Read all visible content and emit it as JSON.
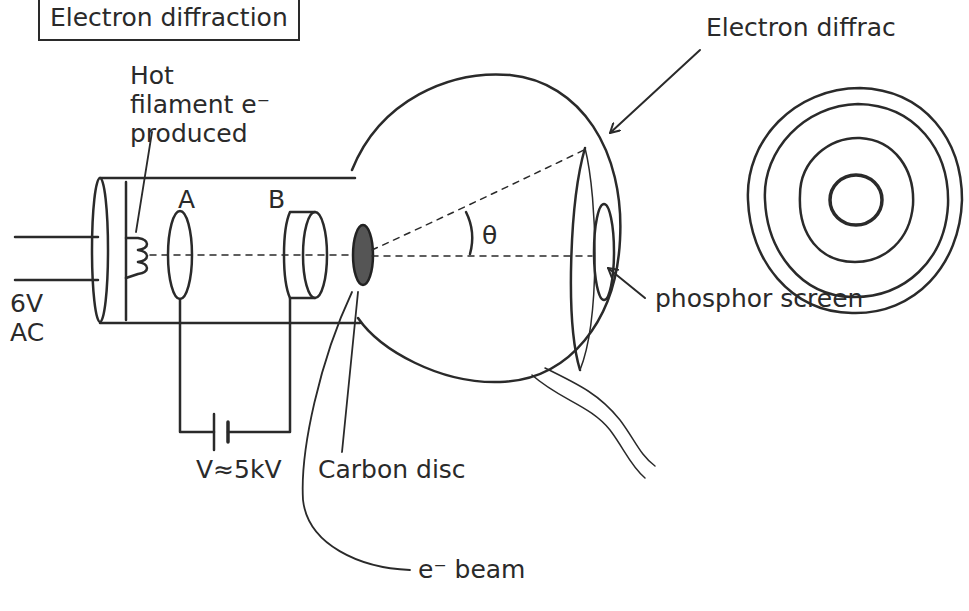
{
  "diagram": {
    "title": "Electron diffraction",
    "labels": [
      "Hot filament e⁻ produced",
      "A",
      "B",
      "6V AC",
      "V≈5kV",
      "Carbon disc",
      "e⁻ beam",
      "θ",
      "phosphor screen",
      "Electron diffrac"
    ]
  }
}
